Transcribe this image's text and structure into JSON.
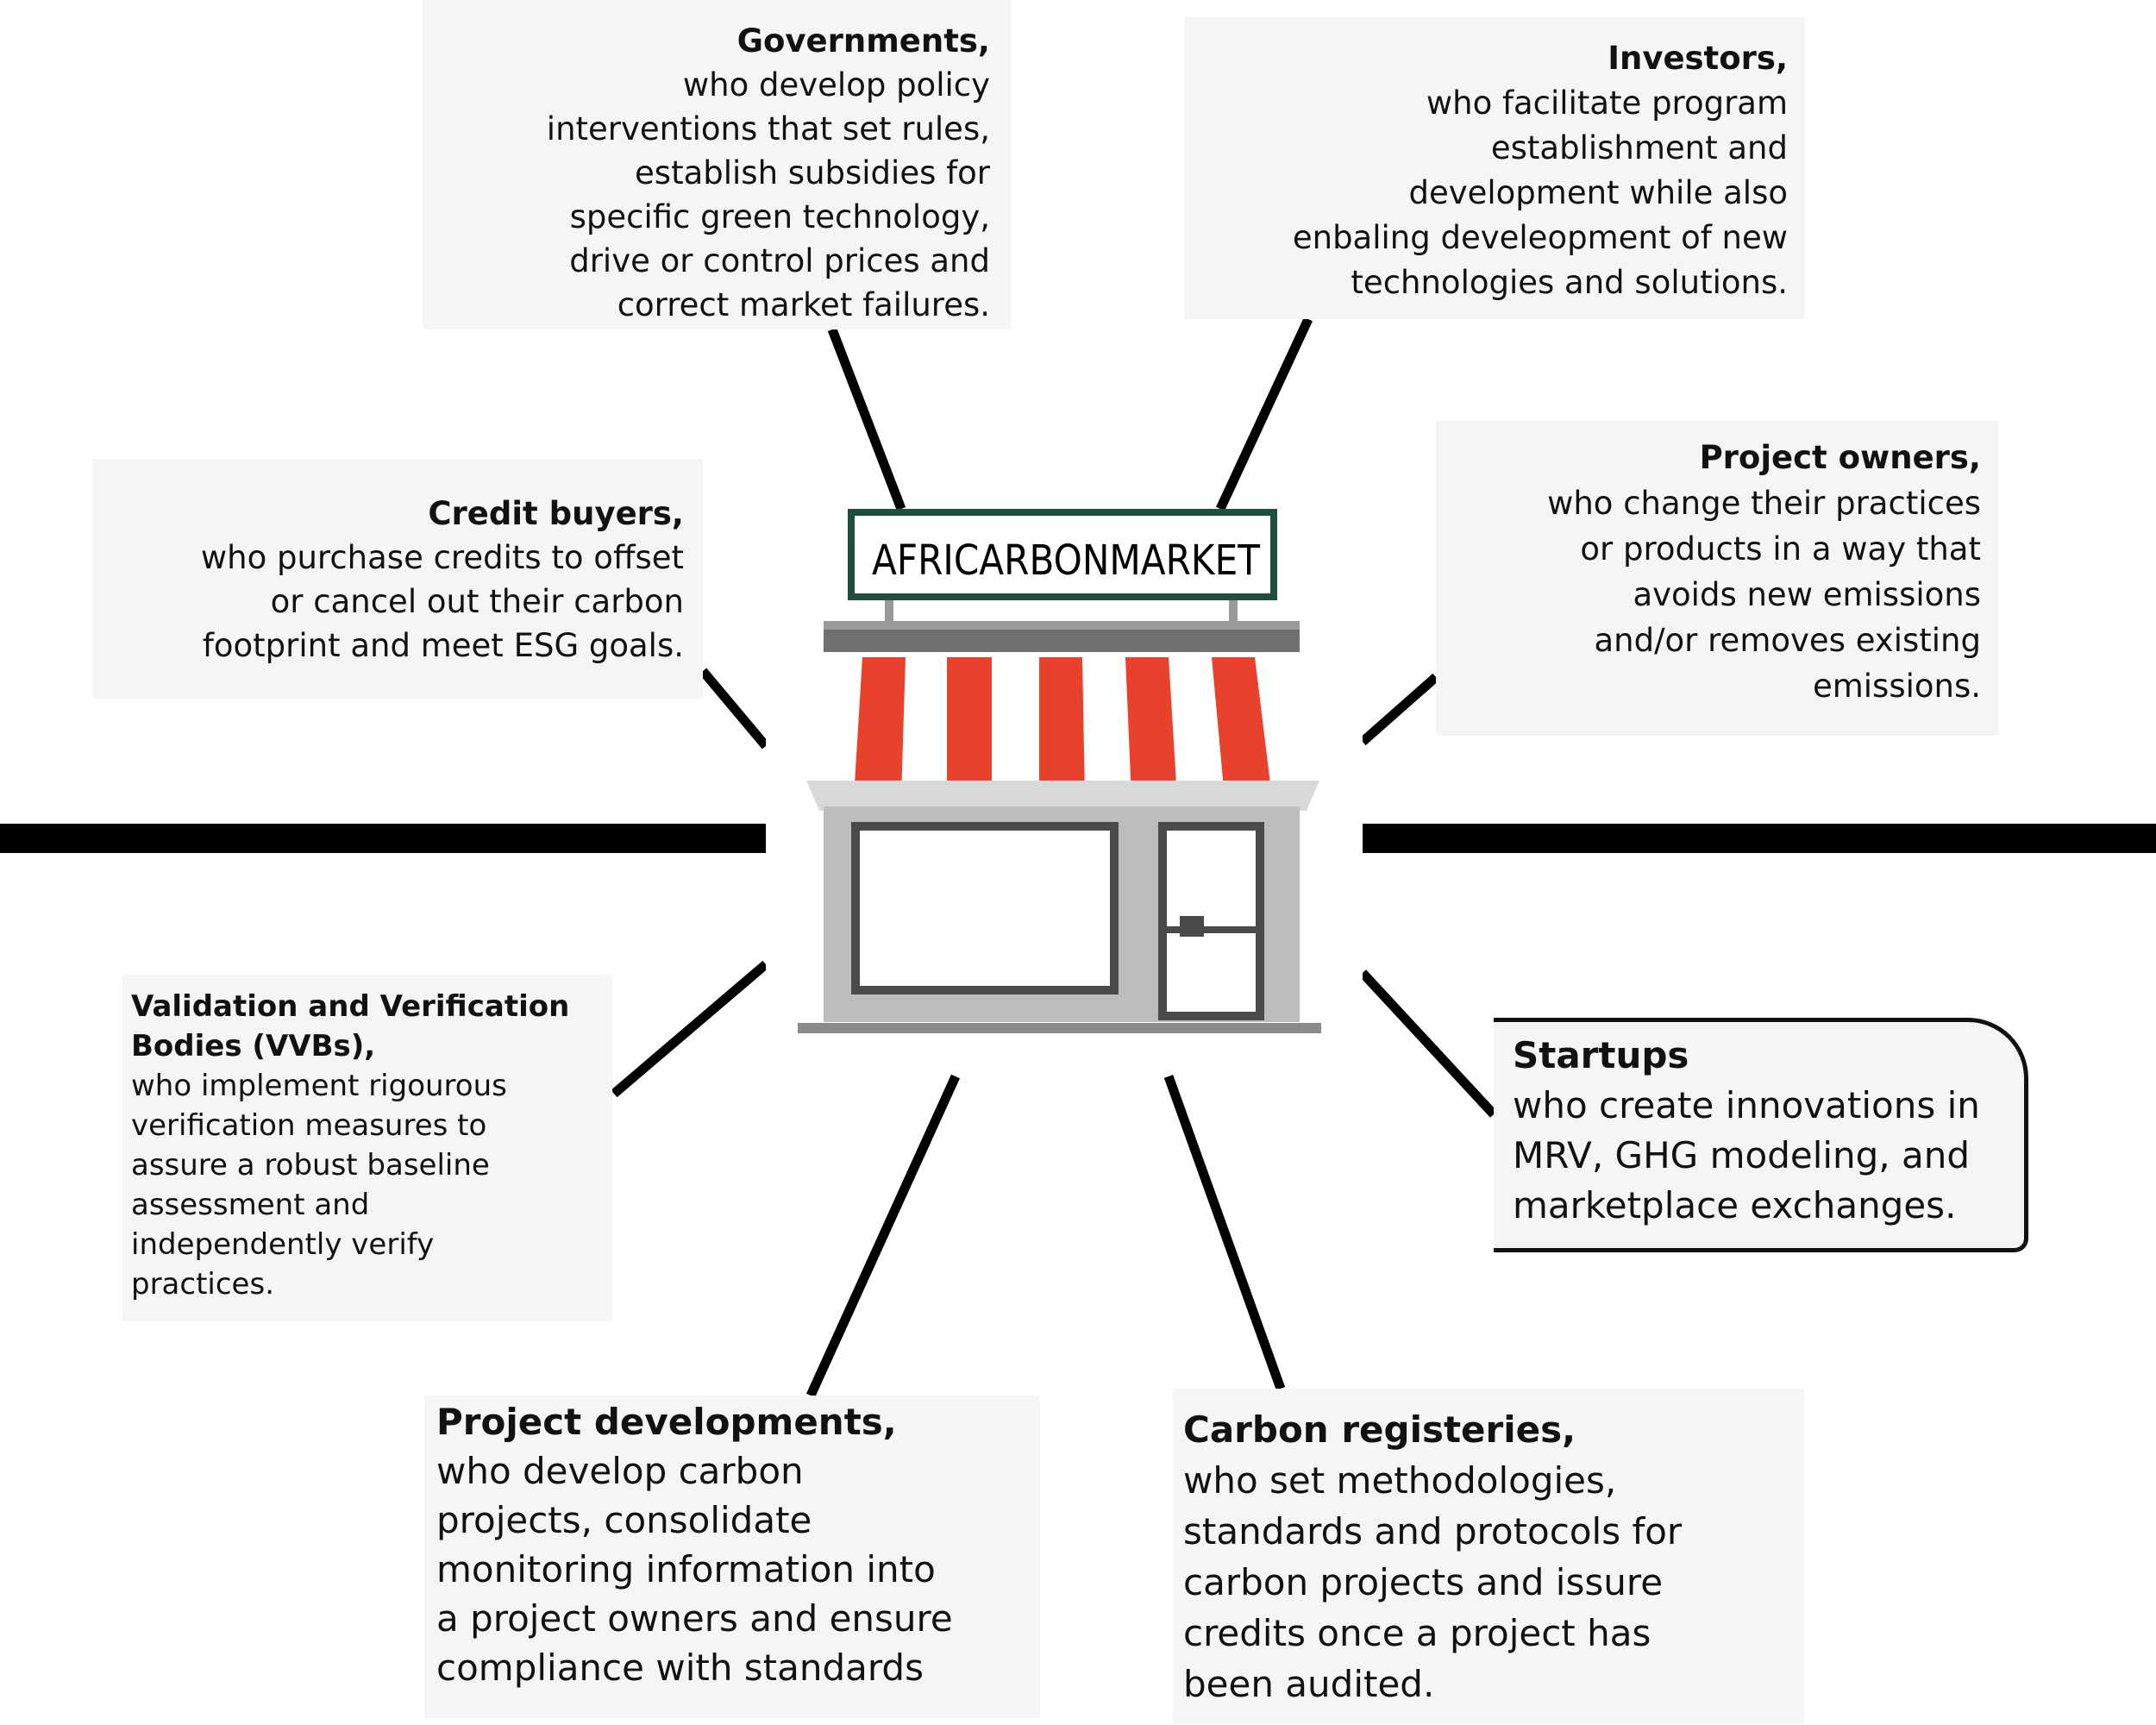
{
  "sign": {
    "text": "AFRICARBONMARKET"
  },
  "stakeholders": {
    "governments": {
      "title": "Governments,",
      "lines": [
        "who develop policy",
        "interventions that set rules,",
        "establish subsidies for",
        "specific green technology,",
        "drive or control prices and",
        "correct market failures."
      ]
    },
    "investors": {
      "title": "Investors,",
      "lines": [
        "who facilitate program",
        "establishment and",
        "development while also",
        "enbaling develeopment of new",
        "technologies and solutions."
      ]
    },
    "credit_buyers": {
      "title": "Credit buyers,",
      "lines": [
        "who purchase credits to offset",
        "or cancel out their carbon",
        "footprint and meet ESG goals."
      ]
    },
    "project_owners": {
      "title": "Project owners,",
      "lines": [
        "who change their practices",
        "or products in a way that",
        "avoids new emissions",
        "and/or removes existing",
        "emissions."
      ]
    },
    "vvbs": {
      "title_lines": [
        "Validation and Verification",
        "Bodies (VVBs),"
      ],
      "lines": [
        "who implement rigourous",
        "verification measures to",
        "assure a robust baseline",
        "assessment and",
        "independently verify",
        "practices."
      ]
    },
    "startups": {
      "title": "Startups",
      "lines": [
        "who create innovations in",
        "MRV, GHG modeling, and",
        "marketplace exchanges."
      ]
    },
    "project_developments": {
      "title": "Project developments,",
      "lines": [
        "who develop carbon",
        "projects, consolidate",
        "monitoring information into",
        "a project owners and ensure",
        "compliance with standards"
      ]
    },
    "carbon_registeries": {
      "title": "Carbon registeries,",
      "lines": [
        "who set methodologies,",
        "standards and protocols for",
        "carbon projects and issure",
        "credits once a project has",
        "been audited."
      ]
    }
  },
  "colors": {
    "awning_red": "#e8412c",
    "sign_border": "#1f4d3f",
    "store_gray": "#bdbdbd",
    "frame_dark": "#4a4a4a",
    "box_bg": "#f4f6f5"
  }
}
